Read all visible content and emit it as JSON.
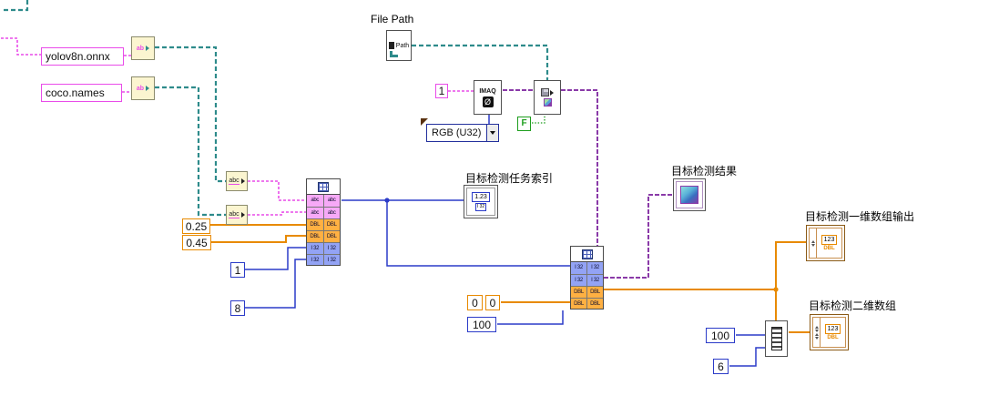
{
  "colors": {
    "string_pink": "#E94CE9",
    "path_teal": "#2E8B8B",
    "image_purple": "#8A3AA8",
    "dbl_orange": "#E88A00",
    "i32_blue": "#2B3BC8",
    "bool_green": "#1E9E1E",
    "node_border": "#4A4A4A"
  },
  "icons": {
    "dropdown_arrow": "triangle-down",
    "convert_arrow": "triangle-right",
    "index_spinner": "triangle-up / triangle-down",
    "grid_icon": "blue-grid",
    "disk_icon": "gray-floppy",
    "image_thumb_icon": "color-gradient-square"
  },
  "constants": {
    "model_file": "yolov8n.onnx",
    "names_file": "coco.names",
    "image_name": "1",
    "threshold_a": "0.25",
    "threshold_b": "0.45",
    "int_one": "1",
    "int_eight": "8",
    "bool_false": "F",
    "zero_left": "0",
    "zero_right": "0",
    "int_hundred": "100",
    "reshape_rows": "100",
    "reshape_cols": "6"
  },
  "controls": {
    "file_path_label": "File Path",
    "file_path_icon_text": "Path",
    "color_mode_value": "RGB (U32)"
  },
  "nodes": {
    "imaq_create_title": "IMAQ",
    "imaq_create_glyph": "Ø",
    "string_to_path_glyph": "ab",
    "path_to_string_text": "abc",
    "params_node_rows": [
      "abc",
      "abc",
      "DBL",
      "DBL",
      "I 32",
      "I 32"
    ],
    "detect_node_rows": [
      "I 32",
      "I 32",
      "DBL",
      "DBL"
    ]
  },
  "indicators": {
    "task_index": {
      "label": "目标检测任务索引",
      "value_text": "1.23",
      "type_text": "I 32"
    },
    "result_image": {
      "label": "目标检测结果"
    },
    "array_1d": {
      "label": "目标检测一维数组输出",
      "value_text": "123",
      "type_text": "DBL"
    },
    "array_2d": {
      "label": "目标检测二维数组",
      "value_text": "123",
      "type_text": "DBL"
    }
  }
}
